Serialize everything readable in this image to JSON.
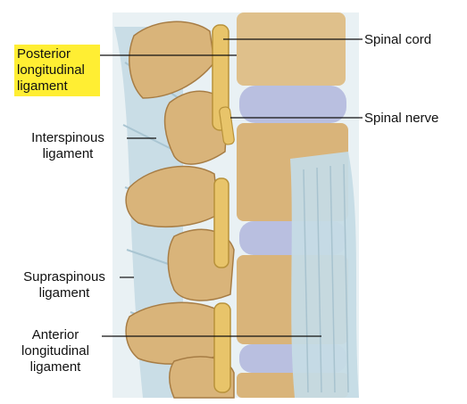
{
  "labels": {
    "posterior_longitudinal_ligament": [
      "Posterior",
      "longitudinal",
      "ligament"
    ],
    "interspinous_ligament": [
      "Interspinous",
      "ligament"
    ],
    "supraspinous_ligament": [
      "Supraspinous",
      "ligament"
    ],
    "anterior_longitudinal_ligament": [
      "Anterior",
      "longitudinal",
      "ligament"
    ],
    "spinal_cord": "Spinal cord",
    "spinal_nerve": "Spinal nerve"
  },
  "colors": {
    "highlight": "#ffee33",
    "bone": "#d9b47a",
    "bone_dark": "#b98d4f",
    "ligament": "#c9dde6",
    "disc": "#b9bfe0",
    "nerve": "#e8c46a"
  }
}
